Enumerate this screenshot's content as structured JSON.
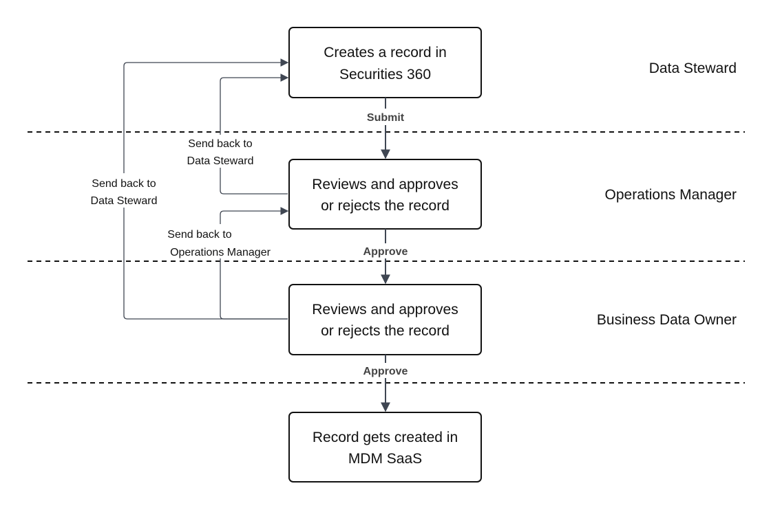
{
  "lanes": [
    {
      "label": "Data Steward"
    },
    {
      "label": "Operations Manager"
    },
    {
      "label": "Business Data Owner"
    }
  ],
  "nodes": [
    {
      "lines": [
        "Creates a record in",
        "Securities 360"
      ]
    },
    {
      "lines": [
        "Reviews and approves",
        "or rejects the record"
      ]
    },
    {
      "lines": [
        "Reviews and approves",
        "or rejects the record"
      ]
    },
    {
      "lines": [
        "Record gets created in",
        "MDM SaaS"
      ]
    }
  ],
  "edges": {
    "submit": "Submit",
    "approve_1": "Approve",
    "approve_2": "Approve",
    "back_om_to_ds": [
      "Send back to",
      "Data Steward"
    ],
    "back_bdo_to_ds": [
      "Send back to",
      "Data Steward"
    ],
    "back_bdo_to_om": [
      "Send back to",
      "Operations Manager"
    ]
  },
  "colors": {
    "arrow": "#3f4652",
    "box_border": "#111111",
    "lane_divider": "#111111"
  }
}
